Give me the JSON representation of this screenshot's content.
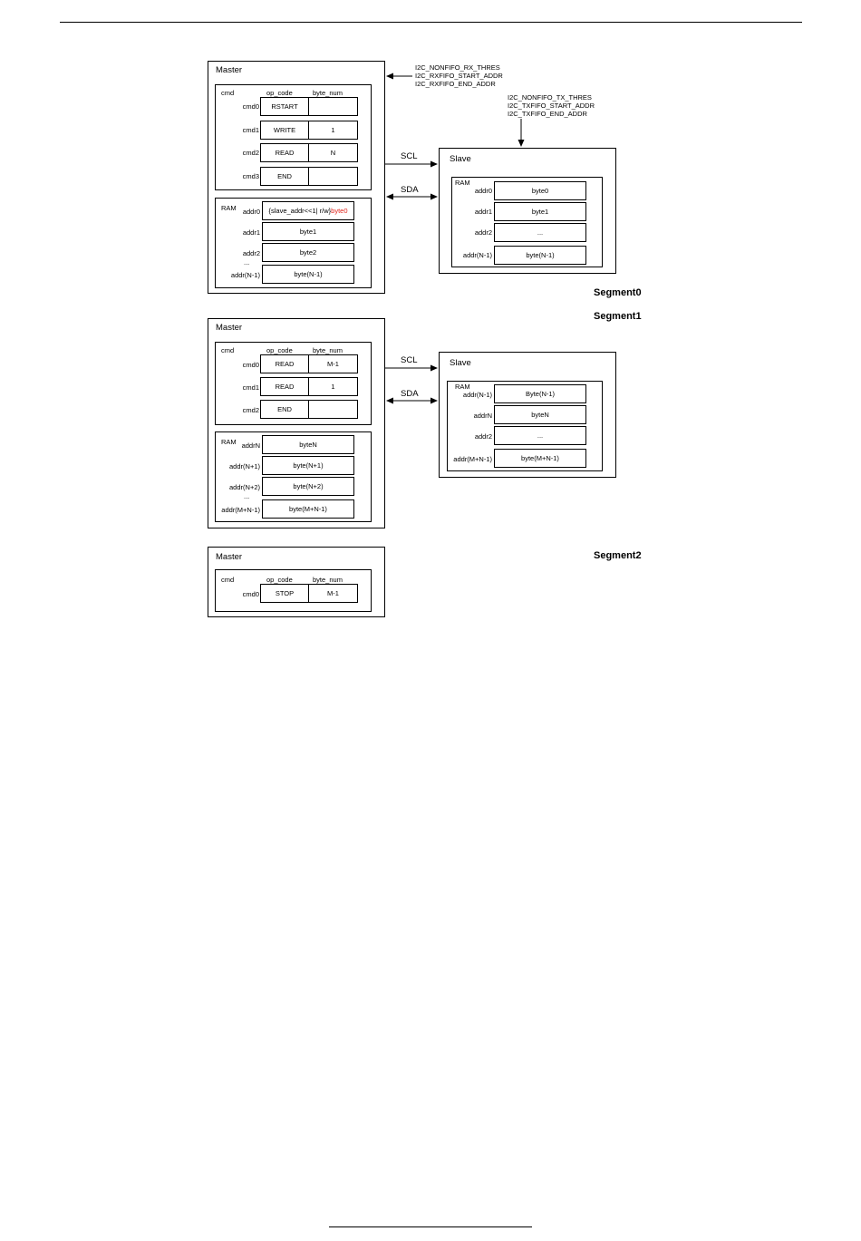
{
  "segment0": {
    "label": "Segment0",
    "master": {
      "title": "Master",
      "cmd_header": "cmd",
      "op_code_header": "op_code",
      "byte_num_header": "byte_num",
      "cmds": [
        {
          "name": "cmd0",
          "op": "RSTART",
          "num": ""
        },
        {
          "name": "cmd1",
          "op": "WRITE",
          "num": "1"
        },
        {
          "name": "cmd2",
          "op": "READ",
          "num": "N"
        },
        {
          "name": "cmd3",
          "op": "END",
          "num": ""
        }
      ],
      "ram_label": "RAM",
      "ram": [
        {
          "addr": "addr0",
          "value_pre": "{slave_addr<<1| r/w} ",
          "value_red": "byte0"
        },
        {
          "addr": "addr1",
          "value": "byte1"
        },
        {
          "addr": "addr2",
          "value": "byte2"
        },
        {
          "addr": "addr(N-1)",
          "value": "byte(N-1)"
        }
      ],
      "ram_ellipsis": "..."
    },
    "rx_regs": [
      "I2C_NONFIFO_RX_THRES",
      "I2C_RXFIFO_START_ADDR",
      "I2C_RXFIFO_END_ADDR"
    ],
    "tx_regs": [
      "I2C_NONFIFO_TX_THRES",
      "I2C_TXFIFO_START_ADDR",
      "I2C_TXFIFO_END_ADDR"
    ],
    "scl": "SCL",
    "sda": "SDA",
    "slave": {
      "title": "Slave",
      "ram_label": "RAM",
      "ram": [
        {
          "addr": "addr0",
          "value": "byte0"
        },
        {
          "addr": "addr1",
          "value": "byte1"
        },
        {
          "addr": "addr2",
          "value": "..."
        },
        {
          "addr": "addr(N-1)",
          "value": "byte(N-1)"
        }
      ]
    }
  },
  "segment1": {
    "label": "Segment1",
    "master": {
      "title": "Master",
      "cmd_header": "cmd",
      "op_code_header": "op_code",
      "byte_num_header": "byte_num",
      "cmds": [
        {
          "name": "cmd0",
          "op": "READ",
          "num": "M-1"
        },
        {
          "name": "cmd1",
          "op": "READ",
          "num": "1"
        },
        {
          "name": "cmd2",
          "op": "END",
          "num": ""
        }
      ],
      "ram_label": "RAM",
      "ram": [
        {
          "addr": "addrN",
          "value": "byteN"
        },
        {
          "addr": "addr(N+1)",
          "value": "byte(N+1)"
        },
        {
          "addr": "addr(N+2)",
          "value": "byte(N+2)"
        },
        {
          "addr": "addr(M+N-1)",
          "value": "byte(M+N-1)"
        }
      ],
      "ram_ellipsis": "..."
    },
    "scl": "SCL",
    "sda": "SDA",
    "slave": {
      "title": "Slave",
      "ram_label": "RAM",
      "ram": [
        {
          "addr": "addr(N-1)",
          "value": "Byte(N-1)"
        },
        {
          "addr": "addrN",
          "value": "byteN"
        },
        {
          "addr": "addr2",
          "value": "..."
        },
        {
          "addr": "addr(M+N-1)",
          "value": "byte(M+N-1)"
        }
      ]
    }
  },
  "segment2": {
    "label": "Segment2",
    "master": {
      "title": "Master",
      "cmd_header": "cmd",
      "op_code_header": "op_code",
      "byte_num_header": "byte_num",
      "cmds": [
        {
          "name": "cmd0",
          "op": "STOP",
          "num": "M-1"
        }
      ]
    }
  }
}
